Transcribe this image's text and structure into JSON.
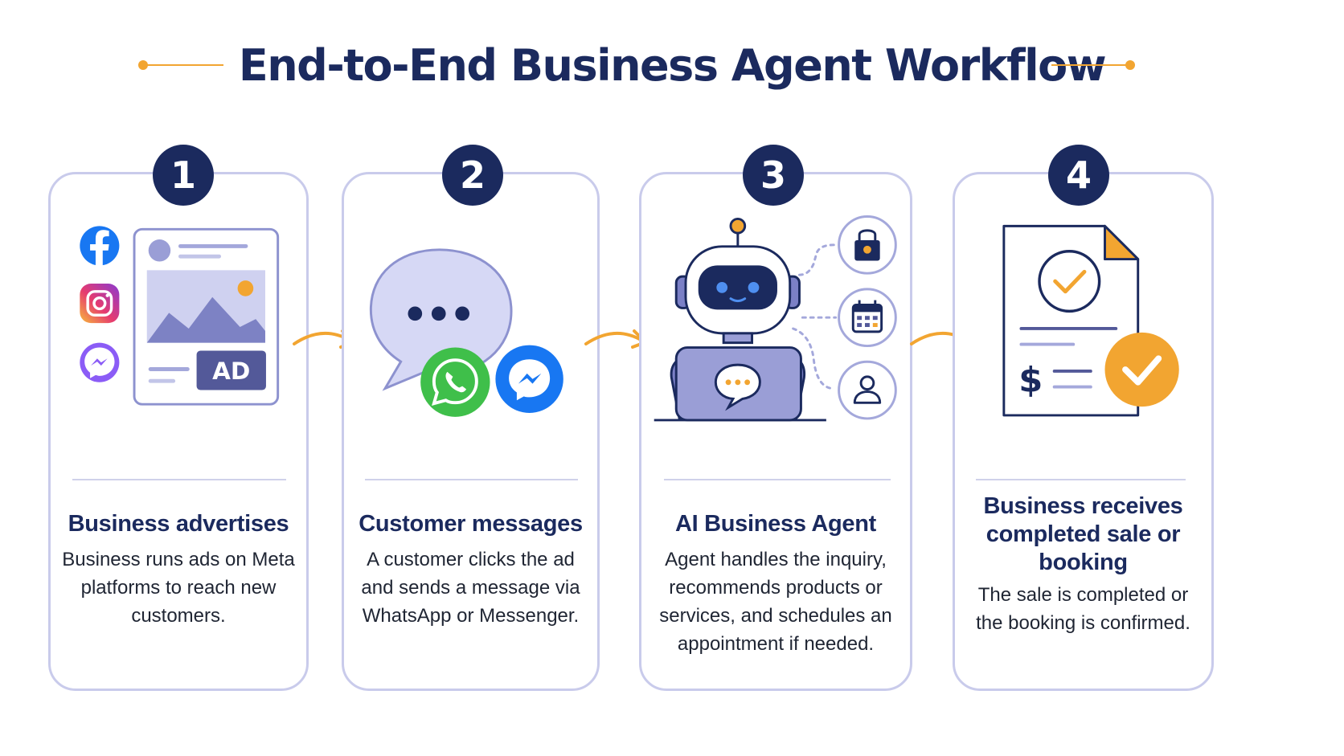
{
  "title": "End-to-End Business Agent Workflow",
  "colors": {
    "navy": "#1b2a5e",
    "accent": "#f2a531",
    "card_border": "#c9cbeb",
    "lavender": "#d6d8f5",
    "purple": "#7b80c6",
    "whatsapp": "#3fbf4a",
    "messenger": "#1877f2"
  },
  "steps": [
    {
      "number": "1",
      "title": "Business advertises",
      "body": "Business runs ads on Meta platforms to reach new customers.",
      "ad_label": "AD",
      "icons": [
        "facebook-icon",
        "instagram-icon",
        "messenger-icon",
        "ad-card-icon"
      ]
    },
    {
      "number": "2",
      "title": "Customer messages",
      "body": "A customer clicks the ad and sends a message via WhatsApp or Messenger.",
      "icons": [
        "chat-bubble-icon",
        "whatsapp-icon",
        "messenger-icon"
      ]
    },
    {
      "number": "3",
      "title": "AI Business Agent",
      "body": "Agent handles the inquiry, recommends products or services, and schedules an appointment if needed.",
      "icons": [
        "robot-icon",
        "shopping-bag-icon",
        "calendar-icon",
        "user-icon"
      ]
    },
    {
      "number": "4",
      "title": "Business receives completed sale or booking",
      "body": "The sale is completed or the booking is confirmed.",
      "icons": [
        "invoice-icon",
        "dollar-icon",
        "checkmark-icon"
      ]
    }
  ]
}
